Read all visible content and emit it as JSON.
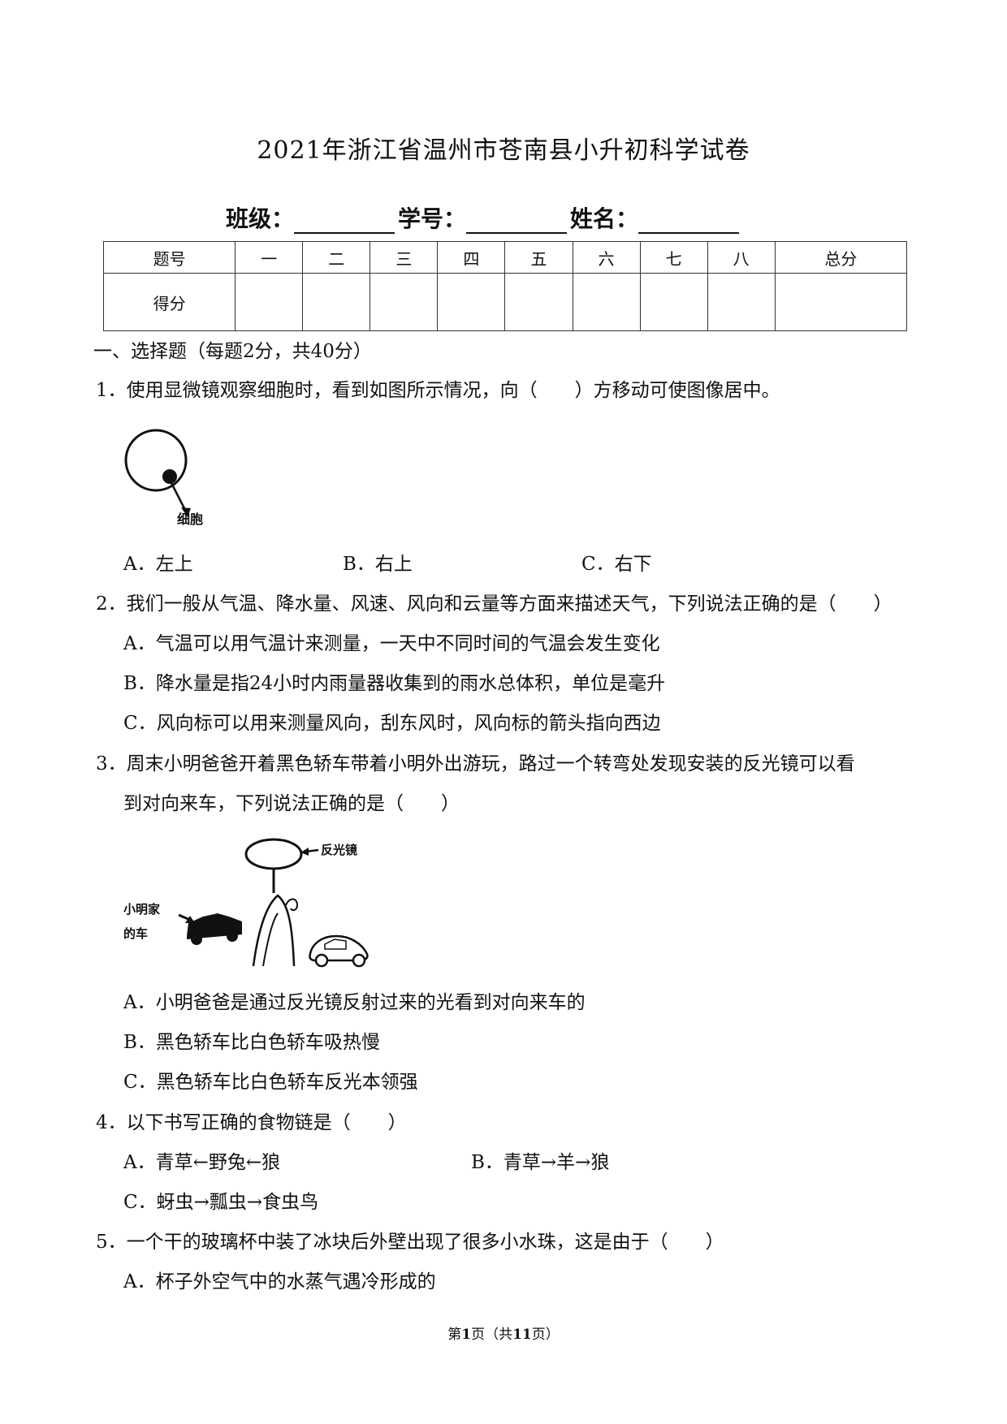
{
  "title": "2021年浙江省温州市苍南县小升初科学试卷",
  "info": {
    "class_label": "班级：",
    "id_label": "学号：",
    "name_label": "姓名："
  },
  "score_table": {
    "header": [
      "题号",
      "一",
      "二",
      "三",
      "四",
      "五",
      "六",
      "七",
      "八",
      "总分"
    ],
    "row_label": "得分"
  },
  "section1": "一、选择题（每题2分，共40分）",
  "q1": {
    "stem": "1．使用显微镜观察细胞时，看到如图所示情况，向（　　）方移动可使图像居中。",
    "figure_label": "细胞",
    "options": [
      "A．左上",
      "B．右上",
      "C．右下"
    ]
  },
  "q2": {
    "stem": "2．我们一般从气温、降水量、风速、风向和云量等方面来描述天气，下列说法正确的是（　　）",
    "options": [
      "A．气温可以用气温计来测量，一天中不同时间的气温会发生变化",
      "B．降水量是指24小时内雨量器收集到的雨水总体积，单位是毫升",
      "C．风向标可以用来测量风向，刮东风时，风向标的箭头指向西边"
    ]
  },
  "q3": {
    "stem_line1": "3．周末小明爸爸开着黑色轿车带着小明外出游玩，路过一个转弯处发现安装的反光镜可以看",
    "stem_line2": "到对向来车，下列说法正确的是（　　）",
    "figure_labels": {
      "mirror": "反光镜",
      "car_line1": "小明家",
      "car_line2": "的车"
    },
    "options": [
      "A．小明爸爸是通过反光镜反射过来的光看到对向来车的",
      "B．黑色轿车比白色轿车吸热慢",
      "C．黑色轿车比白色轿车反光本领强"
    ]
  },
  "q4": {
    "stem": "4．以下书写正确的食物链是（　　）",
    "options": [
      "A．青草←野兔←狼",
      "B．青草→羊→狼",
      "C．蚜虫→瓢虫→食虫鸟"
    ]
  },
  "q5": {
    "stem": "5．一个干的玻璃杯中装了冰块后外壁出现了很多小水珠，这是由于（　　）",
    "options": [
      "A．杯子外空气中的水蒸气遇冷形成的"
    ]
  },
  "footer": {
    "prefix": "第",
    "page": "1",
    "mid": "页（共",
    "total": "11",
    "suffix": "页）"
  }
}
